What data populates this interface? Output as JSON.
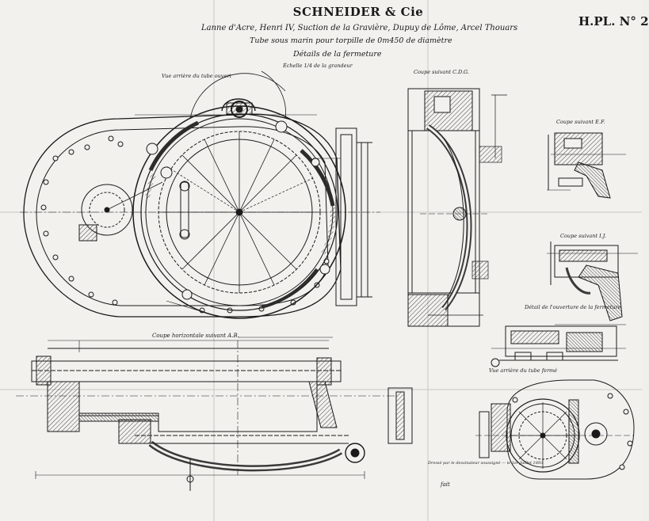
{
  "header": {
    "company": "SCHNEIDER & Cie",
    "plate": "H.PL. N° 2",
    "subtitle1": "Lanne d'Acre, Henri IV, Suction de la Gravière, Dupuy de Lôme, Arcel Thouars",
    "subtitle2": "Tube sous marin pour torpille de 0m450 de diamètre",
    "subtitle3": "Détails de la fermeture",
    "scale": "Échelle 1/4 de la grandeur"
  },
  "labels": {
    "front_view": "Vue arrière du tube ouvert",
    "section_cd": "Coupe suivant C.D.G.",
    "section_ef": "Coupe suivant E.F.",
    "section_ij": "Coupe suivant I.J.",
    "horizontal_section": "Coupe horizontale suivant A.B.",
    "detail": "Détail de l'ouverture de la fermeture",
    "small_view": "Vue arrière du tube fermé",
    "signature": "Dressé par le dessinateur soussigné — le 1er Juillet 1893",
    "initials": "fait"
  },
  "style": {
    "paper": "#f2f1ee",
    "ink": "#1a1a1a",
    "hatch": "#555555",
    "fill_dark": "#3a3a3a"
  }
}
